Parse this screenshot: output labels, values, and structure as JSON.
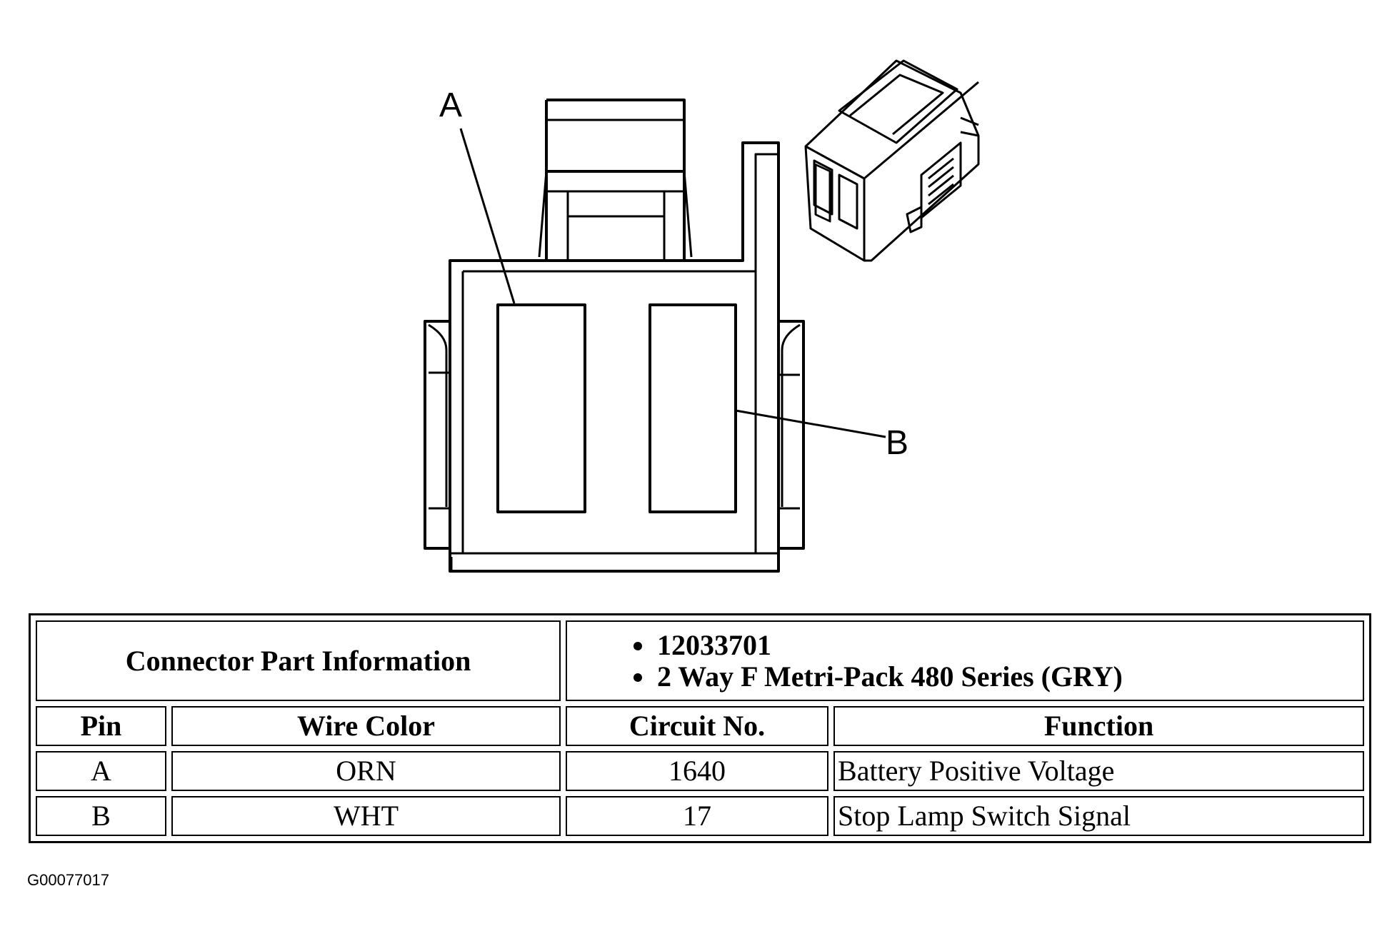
{
  "diagram": {
    "callouts": [
      {
        "id": "A",
        "label": "A"
      },
      {
        "id": "B",
        "label": "B"
      }
    ]
  },
  "table": {
    "connector_label": "Connector Part Information",
    "part_info": [
      "12033701",
      "2 Way F Metri-Pack 480 Series (GRY)"
    ],
    "headers": {
      "pin": "Pin",
      "wire_color": "Wire Color",
      "circuit": "Circuit No.",
      "function": "Function"
    },
    "rows": [
      {
        "pin": "A",
        "wire_color": "ORN",
        "circuit": "1640",
        "function": "Battery Positive Voltage"
      },
      {
        "pin": "B",
        "wire_color": "WHT",
        "circuit": "17",
        "function": "Stop Lamp Switch Signal"
      }
    ]
  },
  "figure_code": "G00077017"
}
